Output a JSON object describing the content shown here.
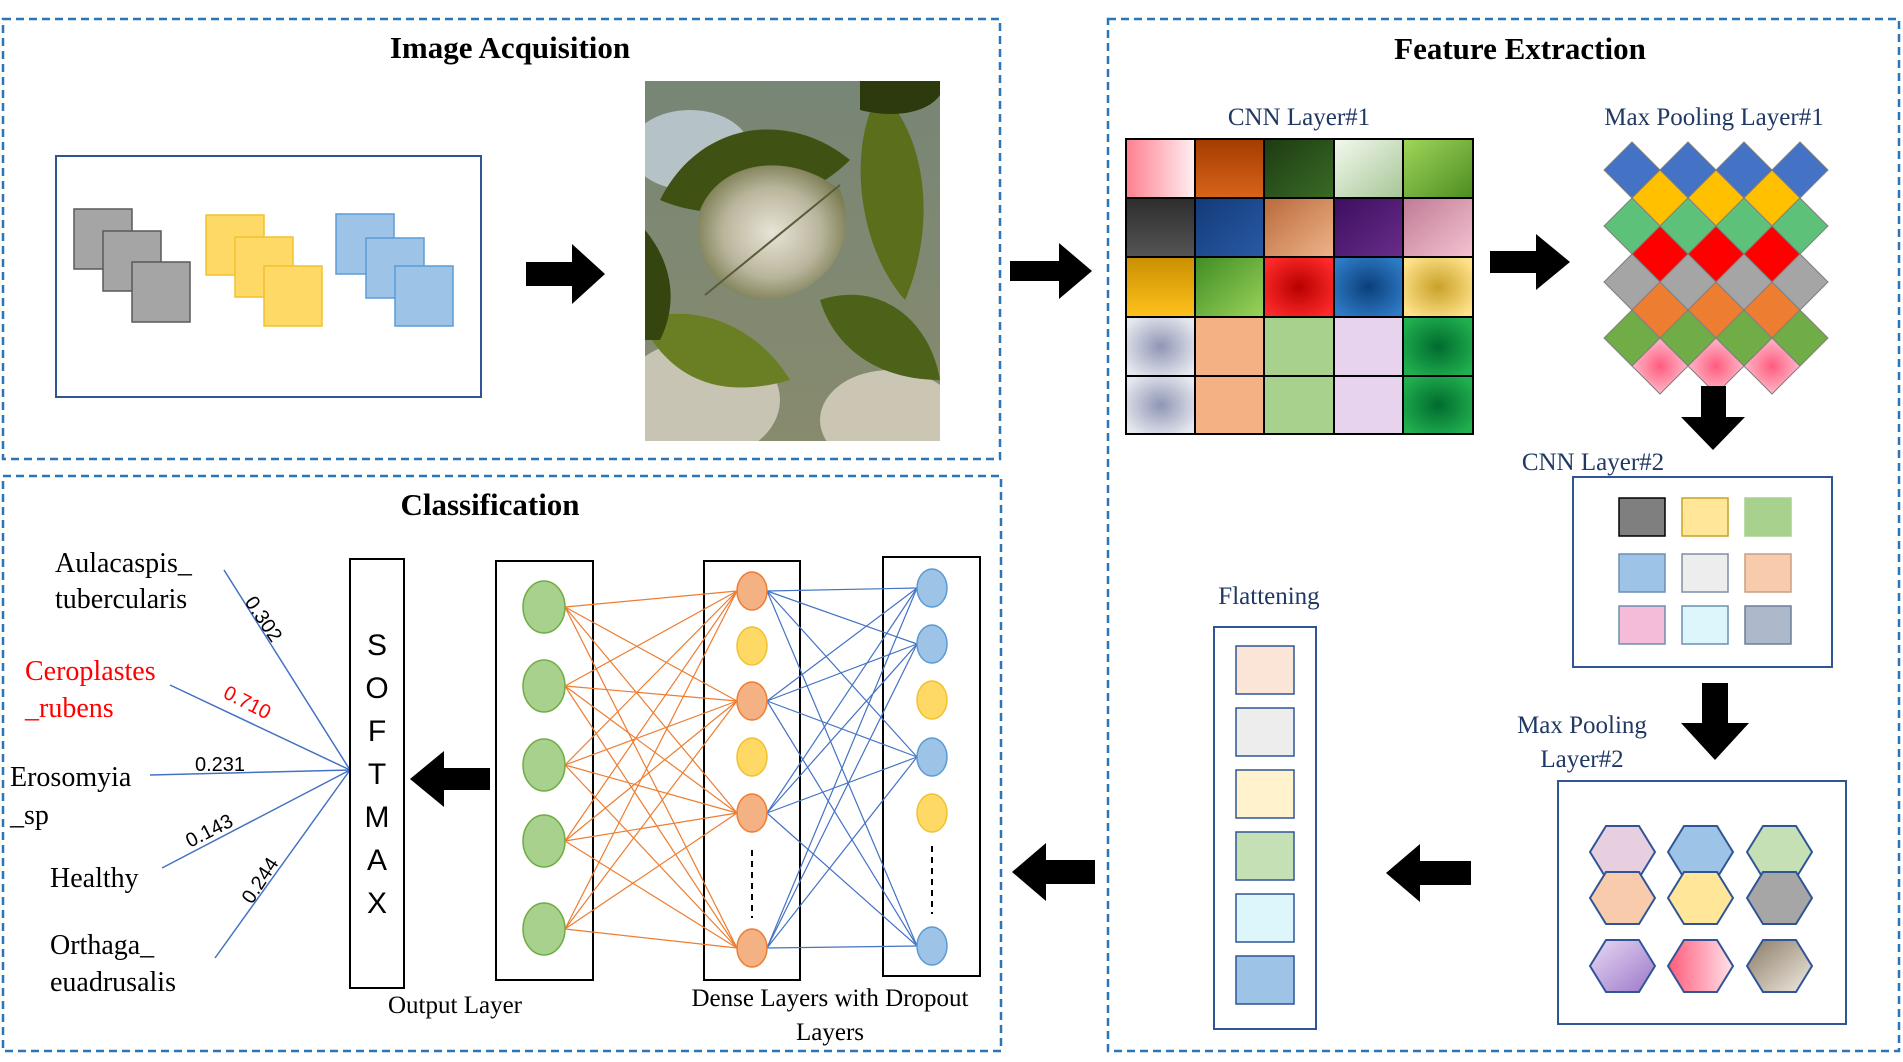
{
  "sections": {
    "acquisition": {
      "title": "Image Acquisition"
    },
    "extraction": {
      "title": "Feature Extraction"
    },
    "classification": {
      "title": "Classification"
    }
  },
  "labels": {
    "cnn1": "CNN Layer#1",
    "pool1": "Max Pooling Layer#1",
    "cnn2": "CNN Layer#2",
    "pool2_line1": "Max Pooling",
    "pool2_line2": "Layer#2",
    "flatten": "Flattening",
    "output_layer": "Output Layer",
    "dense_line1": "Dense Layers with Dropout",
    "dense_line2": "Layers"
  },
  "softmax": [
    "S",
    "O",
    "F",
    "T",
    "M",
    "A",
    "X"
  ],
  "classes": [
    {
      "line1": "Aulacaspis_",
      "line2": "tubercularis",
      "score": "0.302",
      "highlight": false
    },
    {
      "line1": "Ceroplastes",
      "line2": "_rubens",
      "score": "0.710",
      "highlight": true
    },
    {
      "line1": "Erosomyia",
      "line2": "_sp",
      "score": "0.231",
      "highlight": false
    },
    {
      "line1": "Healthy",
      "line2": "",
      "score": "0.143",
      "highlight": false
    },
    {
      "line1": "Orthaga_",
      "line2": "euadrusalis",
      "score": "0.244",
      "highlight": false
    }
  ],
  "colors": {
    "dashed_border": "#2e75b6",
    "box_border": "#2f5597",
    "highlight_text": "#ff0000",
    "green_node": "#a9d18e",
    "orange_node": "#f4b183",
    "yellow_node": "#ffd966",
    "blue_node": "#9dc3e6",
    "orange_line": "#ed7d31",
    "blue_line": "#4472c4"
  },
  "icons": [
    "arrow-right-icon",
    "arrow-down-icon",
    "arrow-left-icon",
    "leaf-photo"
  ]
}
